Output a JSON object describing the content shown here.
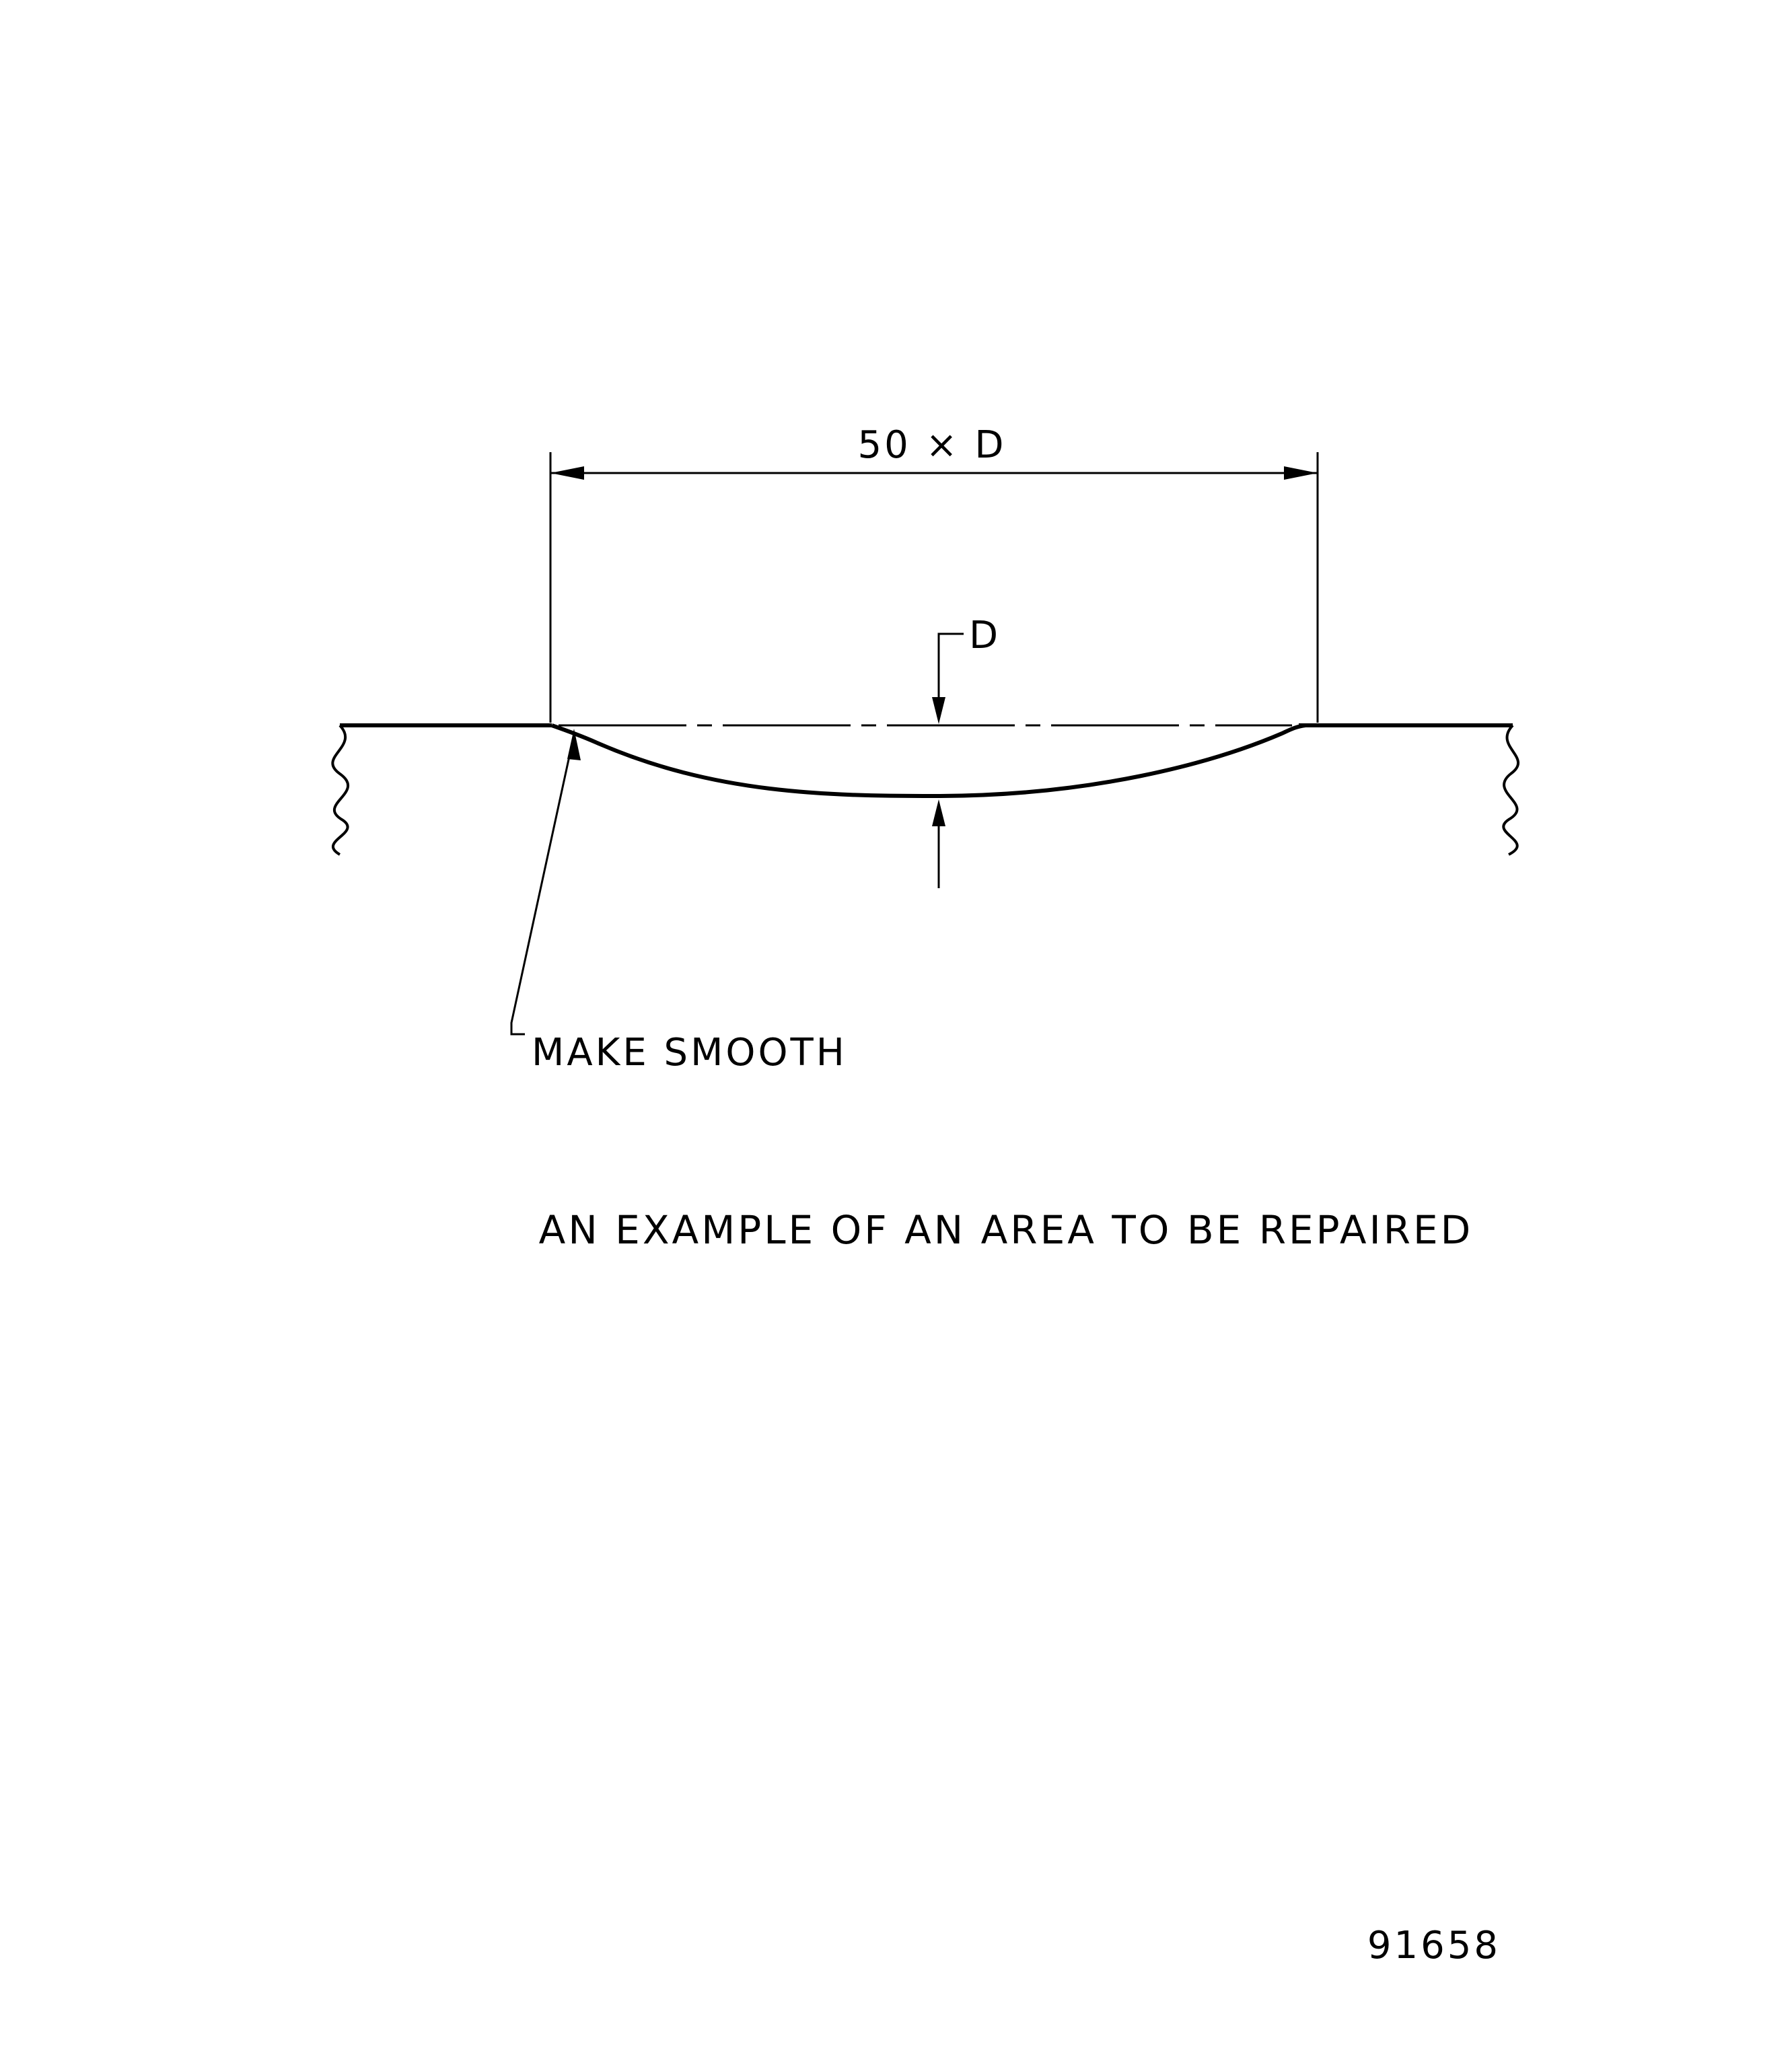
{
  "diagram": {
    "dimension_label": "50 × D",
    "depth_label": "D",
    "callout_label": "MAKE SMOOTH",
    "caption": "AN EXAMPLE OF AN AREA TO BE REPAIRED",
    "figure_number": "91658"
  },
  "colors": {
    "ink": "#000000",
    "paper": "#ffffff"
  }
}
